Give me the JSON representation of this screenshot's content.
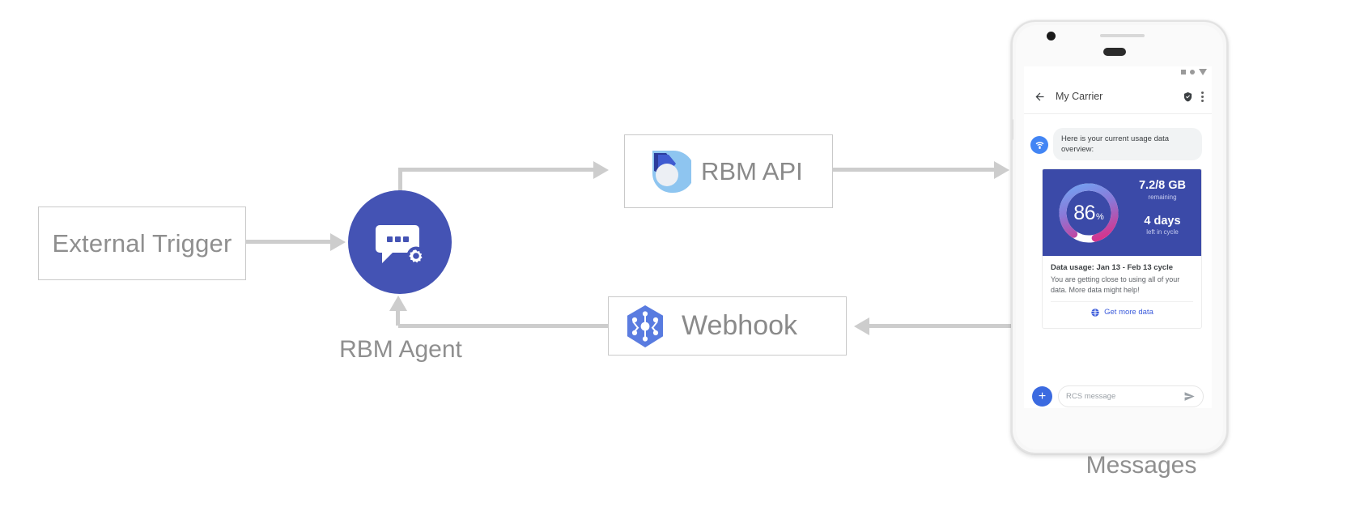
{
  "diagram": {
    "nodes": {
      "external_trigger": {
        "label": "External Trigger"
      },
      "agent": {
        "label": "RBM Agent",
        "icon": "chat-gear-icon",
        "color": "#4453b4"
      },
      "rbm_api": {
        "label": "RBM API",
        "icon": "rbm-api-logo"
      },
      "webhook": {
        "label": "Webhook",
        "icon": "webhook-hexagon-icon",
        "color": "#5b7ce0"
      },
      "device": {
        "label": "Messages"
      }
    },
    "connector_color": "#cdcdcd"
  },
  "phone": {
    "statusbar": {
      "icons": [
        "signal-square-icon",
        "wifi-dot-icon",
        "battery-triangle-icon"
      ]
    },
    "appbar": {
      "back_icon": "back-arrow-icon",
      "title": "My Carrier",
      "verified_icon": "verified-shield-icon",
      "overflow_icon": "overflow-menu-icon"
    },
    "conversation": {
      "avatar_icon": "wifi-router-icon",
      "incoming_message": "Here is your current usage data overview:"
    },
    "rich_card": {
      "gauge": {
        "percent": "86",
        "percent_symbol": "%",
        "value": 86,
        "track_color": "#ffffff",
        "gradient": [
          "#6fa8f5",
          "#8b78d8",
          "#d6338c"
        ]
      },
      "stats": [
        {
          "value": "7.2/8 GB",
          "caption": "remaining"
        },
        {
          "value": "4 days",
          "caption": "left in cycle"
        }
      ],
      "title": "Data usage: Jan 13 - Feb 13 cycle",
      "description": "You are getting close to using all of your data. More data might help!",
      "action": {
        "icon": "globe-icon",
        "label": "Get more data",
        "color": "#3b5bdb"
      },
      "panel_color": "#3b4aa8"
    },
    "composer": {
      "add_icon": "plus-icon",
      "placeholder": "RCS message",
      "send_icon": "send-icon"
    },
    "navbar": {
      "icons": [
        "nav-back-icon",
        "nav-home-icon",
        "nav-recents-icon"
      ]
    }
  }
}
